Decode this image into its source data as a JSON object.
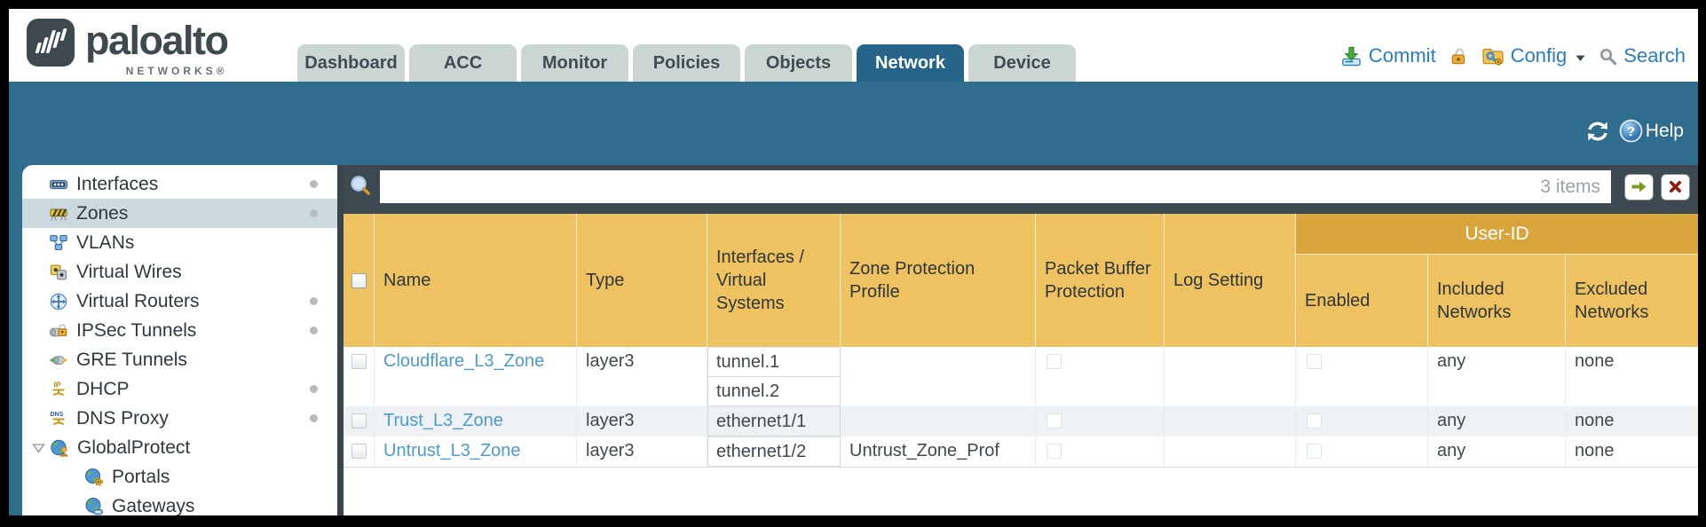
{
  "brand": {
    "name": "paloalto",
    "sub": "NETWORKS®"
  },
  "nav": {
    "tabs": [
      {
        "label": "Dashboard",
        "active": false
      },
      {
        "label": "ACC",
        "active": false
      },
      {
        "label": "Monitor",
        "active": false
      },
      {
        "label": "Policies",
        "active": false
      },
      {
        "label": "Objects",
        "active": false
      },
      {
        "label": "Network",
        "active": true
      },
      {
        "label": "Device",
        "active": false
      }
    ],
    "actions": {
      "commit": "Commit",
      "config": "Config",
      "search": "Search"
    }
  },
  "toolbar": {
    "help_label": "Help"
  },
  "sidebar": {
    "items": [
      {
        "id": "interfaces",
        "label": "Interfaces",
        "icon": "interfaces-icon",
        "dot": true,
        "selected": false,
        "indent": false,
        "expander": false
      },
      {
        "id": "zones",
        "label": "Zones",
        "icon": "zones-icon",
        "dot": true,
        "selected": true,
        "indent": false,
        "expander": false
      },
      {
        "id": "vlans",
        "label": "VLANs",
        "icon": "vlans-icon",
        "dot": false,
        "selected": false,
        "indent": false,
        "expander": false
      },
      {
        "id": "virtual-wires",
        "label": "Virtual Wires",
        "icon": "virtual-wires-icon",
        "dot": false,
        "selected": false,
        "indent": false,
        "expander": false
      },
      {
        "id": "virtual-routers",
        "label": "Virtual Routers",
        "icon": "virtual-routers-icon",
        "dot": true,
        "selected": false,
        "indent": false,
        "expander": false
      },
      {
        "id": "ipsec-tunnels",
        "label": "IPSec Tunnels",
        "icon": "ipsec-tunnels-icon",
        "dot": true,
        "selected": false,
        "indent": false,
        "expander": false
      },
      {
        "id": "gre-tunnels",
        "label": "GRE Tunnels",
        "icon": "gre-tunnels-icon",
        "dot": false,
        "selected": false,
        "indent": false,
        "expander": false
      },
      {
        "id": "dhcp",
        "label": "DHCP",
        "icon": "dhcp-icon",
        "dot": true,
        "selected": false,
        "indent": false,
        "expander": false
      },
      {
        "id": "dns-proxy",
        "label": "DNS Proxy",
        "icon": "dns-proxy-icon",
        "dot": true,
        "selected": false,
        "indent": false,
        "expander": false
      },
      {
        "id": "globalprotect",
        "label": "GlobalProtect",
        "icon": "globalprotect-icon",
        "dot": false,
        "selected": false,
        "indent": false,
        "expander": true
      },
      {
        "id": "portals",
        "label": "Portals",
        "icon": "portals-icon",
        "dot": false,
        "selected": false,
        "indent": true,
        "expander": false
      },
      {
        "id": "gateways",
        "label": "Gateways",
        "icon": "gateways-icon",
        "dot": false,
        "selected": false,
        "indent": true,
        "expander": false
      }
    ]
  },
  "filterbar": {
    "search_value": "",
    "items_count": "3 items"
  },
  "table": {
    "group_header": "User-ID",
    "headers": {
      "name": "Name",
      "type": "Type",
      "interfaces": "Interfaces / Virtual Systems",
      "zpp": "Zone Protection Profile",
      "pbp": "Packet Buffer Protection",
      "log": "Log Setting",
      "enabled": "Enabled",
      "included": "Included Networks",
      "excluded": "Excluded Networks"
    },
    "rows": [
      {
        "name": "Cloudflare_L3_Zone",
        "type": "layer3",
        "interfaces": [
          "tunnel.1",
          "tunnel.2"
        ],
        "zone_protection_profile": "",
        "packet_buffer_protection": false,
        "log_setting": "",
        "user_id_enabled": false,
        "included_networks": "any",
        "excluded_networks": "none"
      },
      {
        "name": "Trust_L3_Zone",
        "type": "layer3",
        "interfaces": [
          "ethernet1/1"
        ],
        "zone_protection_profile": "",
        "packet_buffer_protection": false,
        "log_setting": "",
        "user_id_enabled": false,
        "included_networks": "any",
        "excluded_networks": "none"
      },
      {
        "name": "Untrust_L3_Zone",
        "type": "layer3",
        "interfaces": [
          "ethernet1/2"
        ],
        "zone_protection_profile": "Untrust_Zone_Prof",
        "packet_buffer_protection": false,
        "log_setting": "",
        "user_id_enabled": false,
        "included_networks": "any",
        "excluded_networks": "none"
      }
    ]
  },
  "colors": {
    "accent_teal": "#2f6c8d",
    "header_amber": "#eec161",
    "group_amber": "#d9a53c",
    "link_blue": "#4d9bc9",
    "dark_slate": "#3d4951"
  }
}
